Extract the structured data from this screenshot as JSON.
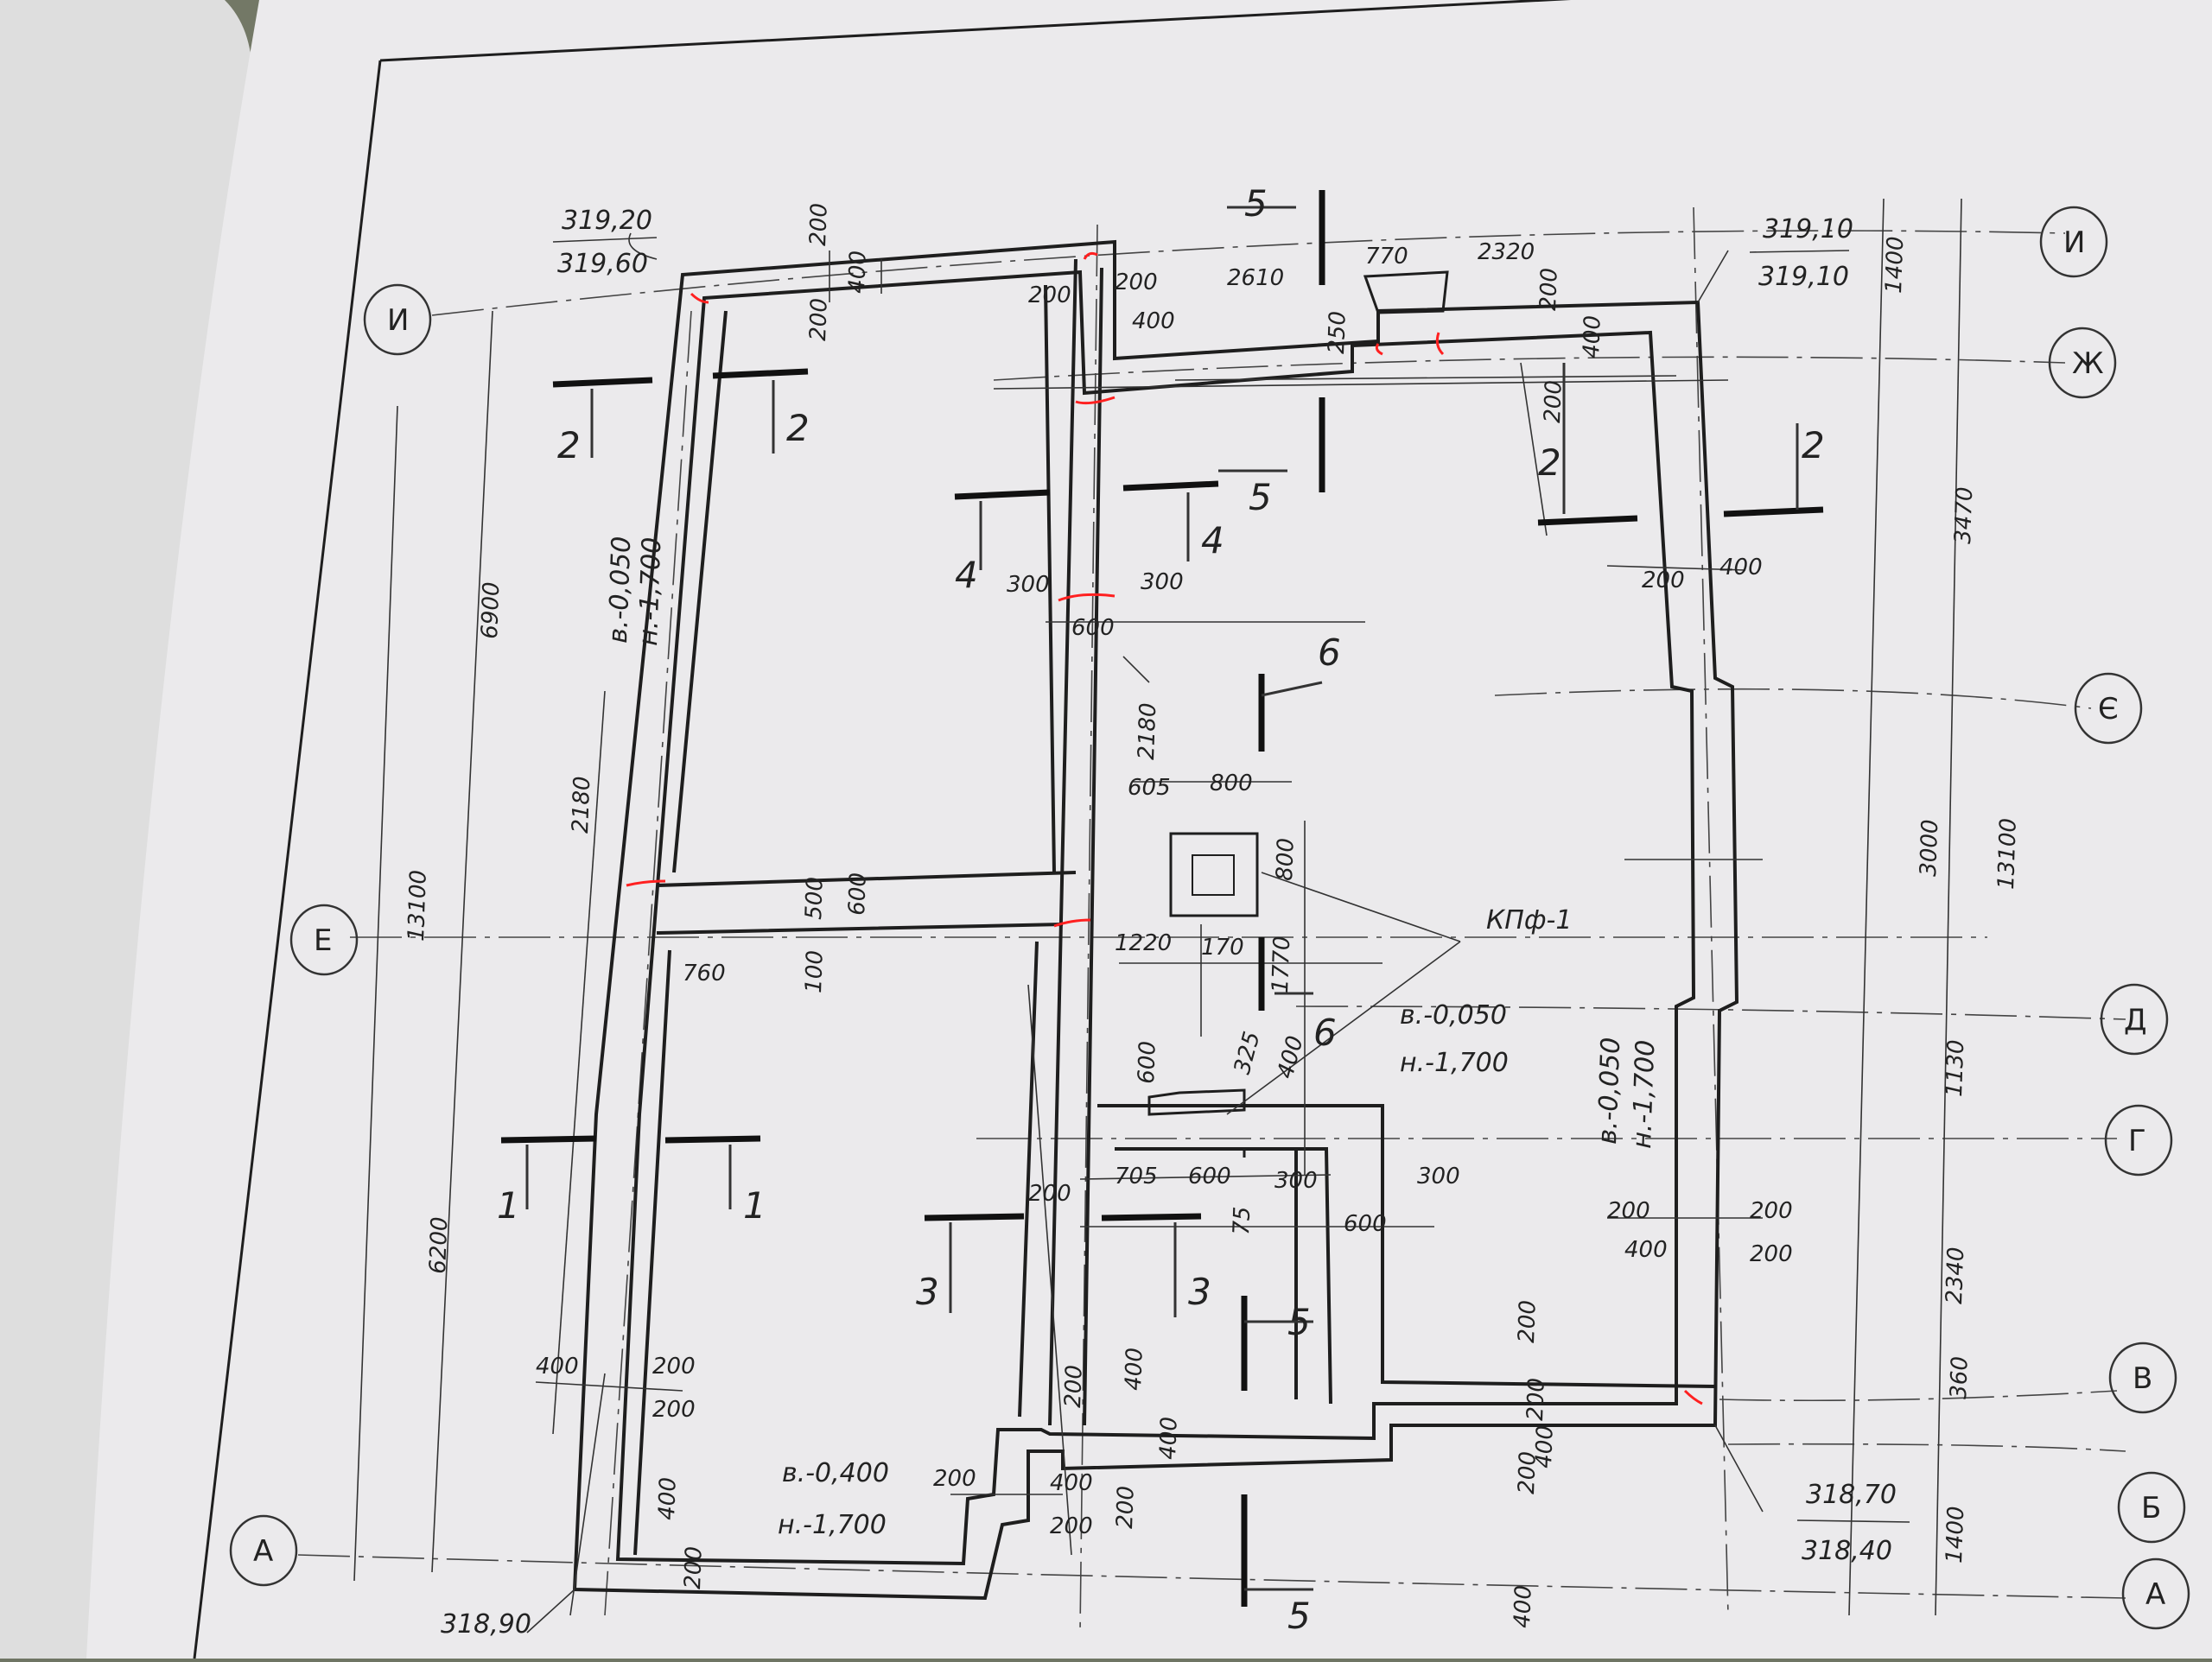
{
  "drawing": {
    "axes": [
      "И",
      "Ж",
      "Є",
      "Д",
      "Г",
      "В",
      "Б",
      "А",
      "Е"
    ],
    "elevations": {
      "top_left": [
        "319,20",
        "319,60"
      ],
      "top_right": [
        "319,10",
        "319,10"
      ],
      "bottom_right": [
        "318,70",
        "318,40"
      ],
      "bottom_left": [
        "318,90"
      ]
    },
    "levels": {
      "left_upper": [
        "в.-0,050",
        "н.-1,700"
      ],
      "center": [
        "в.-0,050",
        "н.-1,700"
      ],
      "right": [
        "в.-0,050",
        "н.-1,700"
      ],
      "bottom": [
        "в.-0,400",
        "н.-1,700"
      ]
    },
    "label_kpf": "КПф-1",
    "sections": [
      "5",
      "5",
      "5",
      "5",
      "2",
      "2",
      "2",
      "2",
      "4",
      "4",
      "6",
      "6",
      "1",
      "1",
      "3",
      "3"
    ],
    "dims": [
      "200",
      "400",
      "200",
      "200",
      "200",
      "400",
      "2610",
      "770",
      "2320",
      "250",
      "200",
      "400",
      "200",
      "6900",
      "13100",
      "6200",
      "2180",
      "300",
      "300",
      "600",
      "2180",
      "605",
      "800",
      "800",
      "500",
      "600",
      "100",
      "760",
      "1220",
      "170",
      "1770",
      "600",
      "325",
      "400",
      "705",
      "600",
      "300",
      "75",
      "600",
      "300",
      "200",
      "200",
      "400",
      "200",
      "200",
      "400",
      "200",
      "200",
      "400",
      "200",
      "200",
      "400",
      "200",
      "400",
      "200",
      "400",
      "200",
      "200",
      "400",
      "200",
      "400",
      "200",
      "1400",
      "3470",
      "3000",
      "13100",
      "1130",
      "2340",
      "360",
      "1400",
      "200",
      "400"
    ]
  }
}
